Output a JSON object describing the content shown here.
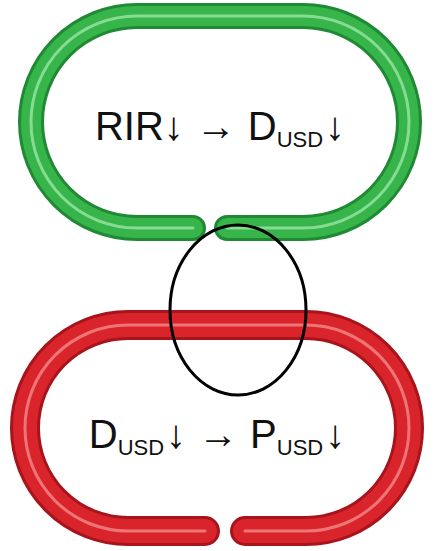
{
  "diagram": {
    "nodes": [
      {
        "text": [
          "RIR↓",
          "→",
          "D",
          "USD",
          "↓"
        ]
      },
      {
        "text": [
          "D",
          "USD",
          "↓",
          "→",
          "P",
          "USD",
          "↓"
        ]
      }
    ]
  }
}
